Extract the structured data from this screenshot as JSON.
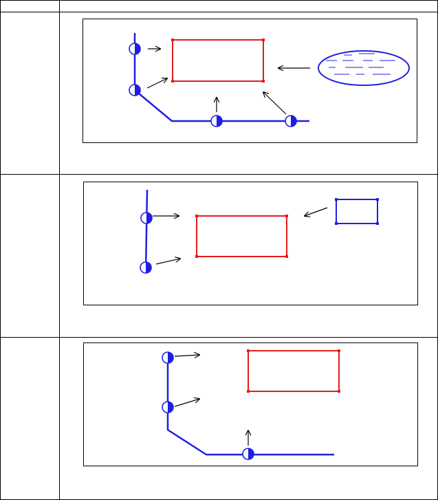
{
  "table": {
    "header": [
      "",
      ""
    ],
    "rows": [
      {
        "label": "",
        "note": "",
        "diagram": "road-corner-with-water"
      },
      {
        "label": "",
        "note": "",
        "diagram": "road-with-pond"
      },
      {
        "label": "",
        "note": "",
        "diagram": "road-corner"
      }
    ]
  },
  "icons": {
    "sampling_point": "half-filled-circle-icon",
    "arrow": "arrow-icon"
  },
  "colors": {
    "road": "#1f1fe0",
    "site": "#e61b1b",
    "water": "#1f1fe0",
    "border": "#000000"
  }
}
